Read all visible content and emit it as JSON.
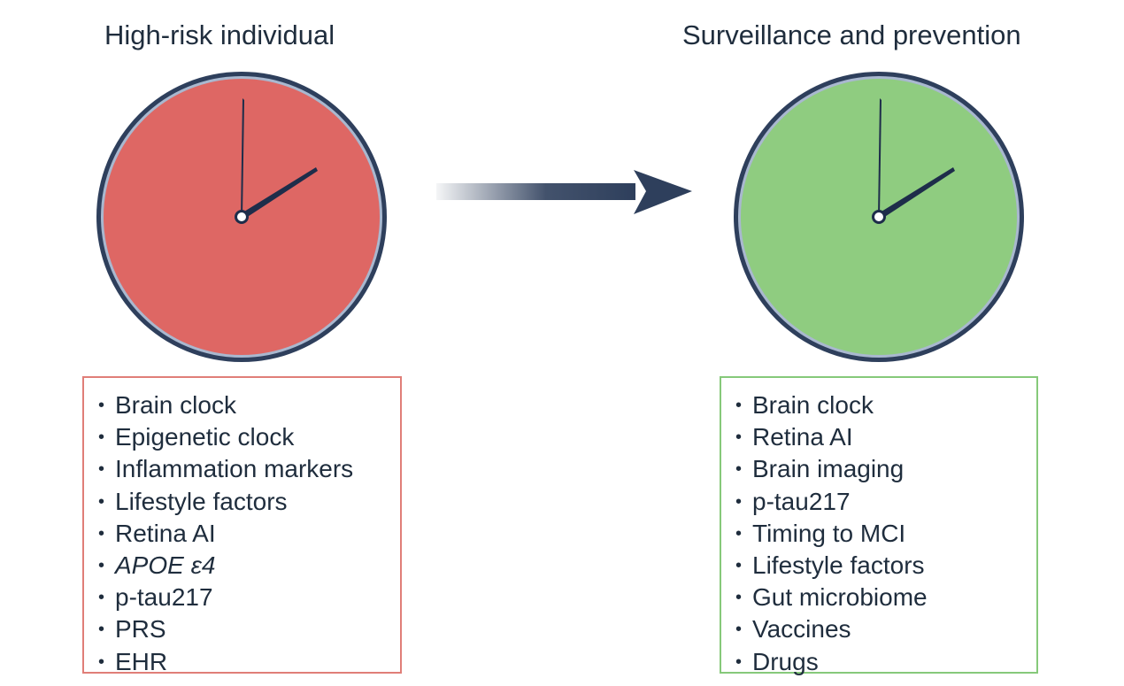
{
  "left": {
    "title": "High-risk individual",
    "color": "#de6764",
    "items": [
      {
        "bullet": "•",
        "text": "Brain clock",
        "italic": false
      },
      {
        "bullet": "•",
        "text": "Epigenetic clock",
        "italic": false
      },
      {
        "bullet": "•",
        "text": "Inflammation markers",
        "italic": false
      },
      {
        "bullet": "•",
        "text": "Lifestyle factors",
        "italic": false
      },
      {
        "bullet": "•",
        "text": "Retina AI",
        "italic": false
      },
      {
        "bullet": "•",
        "text": "APOE ε4",
        "italic": true
      },
      {
        "bullet": "•",
        "text": "p-tau217",
        "italic": false
      },
      {
        "bullet": "•",
        "text": "PRS",
        "italic": false
      },
      {
        "bullet": "•",
        "text": "EHR",
        "italic": false
      }
    ]
  },
  "right": {
    "title": "Surveillance and prevention",
    "color": "#8fcc80",
    "items": [
      {
        "bullet": "•",
        "text": "Brain clock",
        "italic": false
      },
      {
        "bullet": "•",
        "text": "Retina AI",
        "italic": false
      },
      {
        "bullet": "•",
        "text": "Brain imaging",
        "italic": false
      },
      {
        "bullet": "•",
        "text": "p-tau217",
        "italic": false
      },
      {
        "bullet": "•",
        "text": "Timing to MCI",
        "italic": false
      },
      {
        "bullet": "•",
        "text": "Lifestyle factors",
        "italic": false
      },
      {
        "bullet": "•",
        "text": "Gut microbiome",
        "italic": false
      },
      {
        "bullet": "•",
        "text": "Vaccines",
        "italic": false
      },
      {
        "bullet": "•",
        "text": "Drugs",
        "italic": false
      }
    ]
  },
  "icons": {
    "left_clock": "clock-icon",
    "right_clock": "clock-icon",
    "arrow": "arrow-right-icon"
  },
  "colors": {
    "clock_rim": "#2e3f5c",
    "clock_inner_ring": "#a9b8cf",
    "hands": "#1e2d4a",
    "arrow": "#2e3f5c"
  }
}
